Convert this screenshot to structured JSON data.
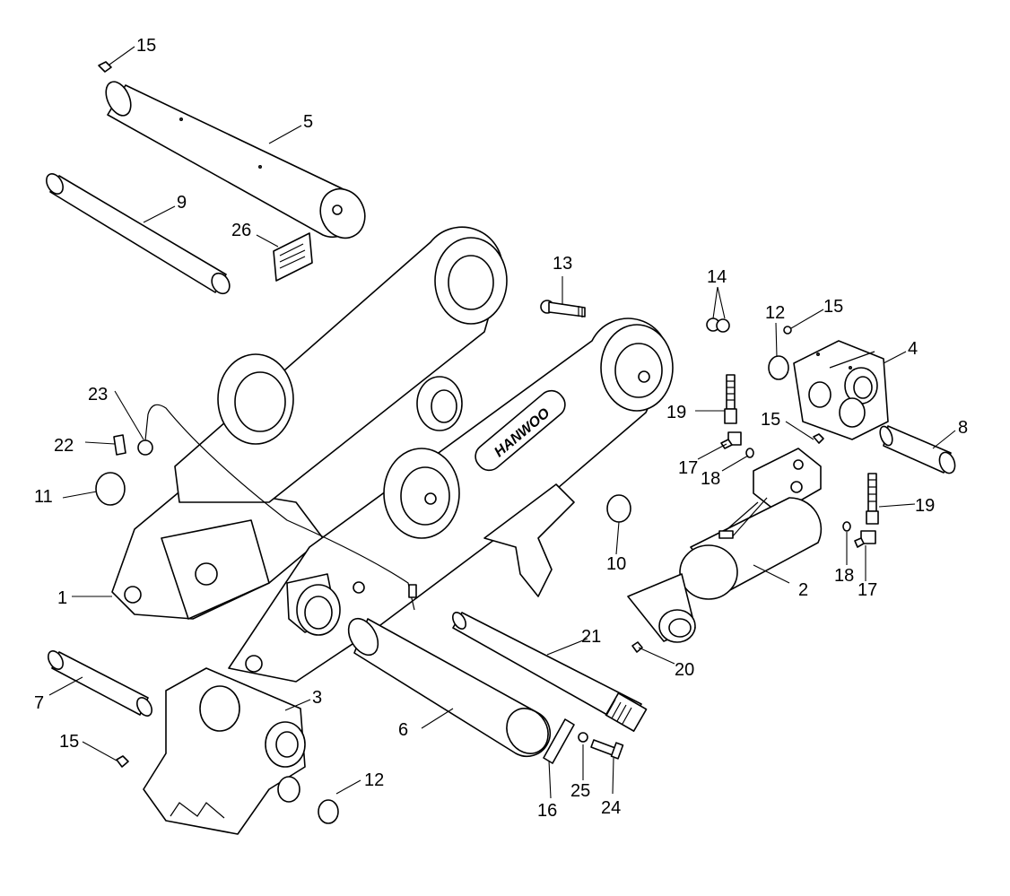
{
  "brand": {
    "logo_text": "HANWOO"
  },
  "parts": [
    {
      "id": "p15a",
      "number": "15"
    },
    {
      "id": "p5",
      "number": "5"
    },
    {
      "id": "p9",
      "number": "9"
    },
    {
      "id": "p26",
      "number": "26"
    },
    {
      "id": "p13",
      "number": "13"
    },
    {
      "id": "p14",
      "number": "14"
    },
    {
      "id": "p12a",
      "number": "12"
    },
    {
      "id": "p15b",
      "number": "15"
    },
    {
      "id": "p4",
      "number": "4"
    },
    {
      "id": "p8",
      "number": "8"
    },
    {
      "id": "p19a",
      "number": "19"
    },
    {
      "id": "p15c",
      "number": "15"
    },
    {
      "id": "p17a",
      "number": "17"
    },
    {
      "id": "p18a",
      "number": "18"
    },
    {
      "id": "p23",
      "number": "23"
    },
    {
      "id": "p22",
      "number": "22"
    },
    {
      "id": "p11",
      "number": "11"
    },
    {
      "id": "p10",
      "number": "10"
    },
    {
      "id": "p19b",
      "number": "19"
    },
    {
      "id": "p18b",
      "number": "18"
    },
    {
      "id": "p17b",
      "number": "17"
    },
    {
      "id": "p2",
      "number": "2"
    },
    {
      "id": "p1",
      "number": "1"
    },
    {
      "id": "p21",
      "number": "21"
    },
    {
      "id": "p20",
      "number": "20"
    },
    {
      "id": "p7",
      "number": "7"
    },
    {
      "id": "p3",
      "number": "3"
    },
    {
      "id": "p6",
      "number": "6"
    },
    {
      "id": "p15d",
      "number": "15"
    },
    {
      "id": "p12b",
      "number": "12"
    },
    {
      "id": "p16",
      "number": "16"
    },
    {
      "id": "p25",
      "number": "25"
    },
    {
      "id": "p24",
      "number": "24"
    }
  ]
}
